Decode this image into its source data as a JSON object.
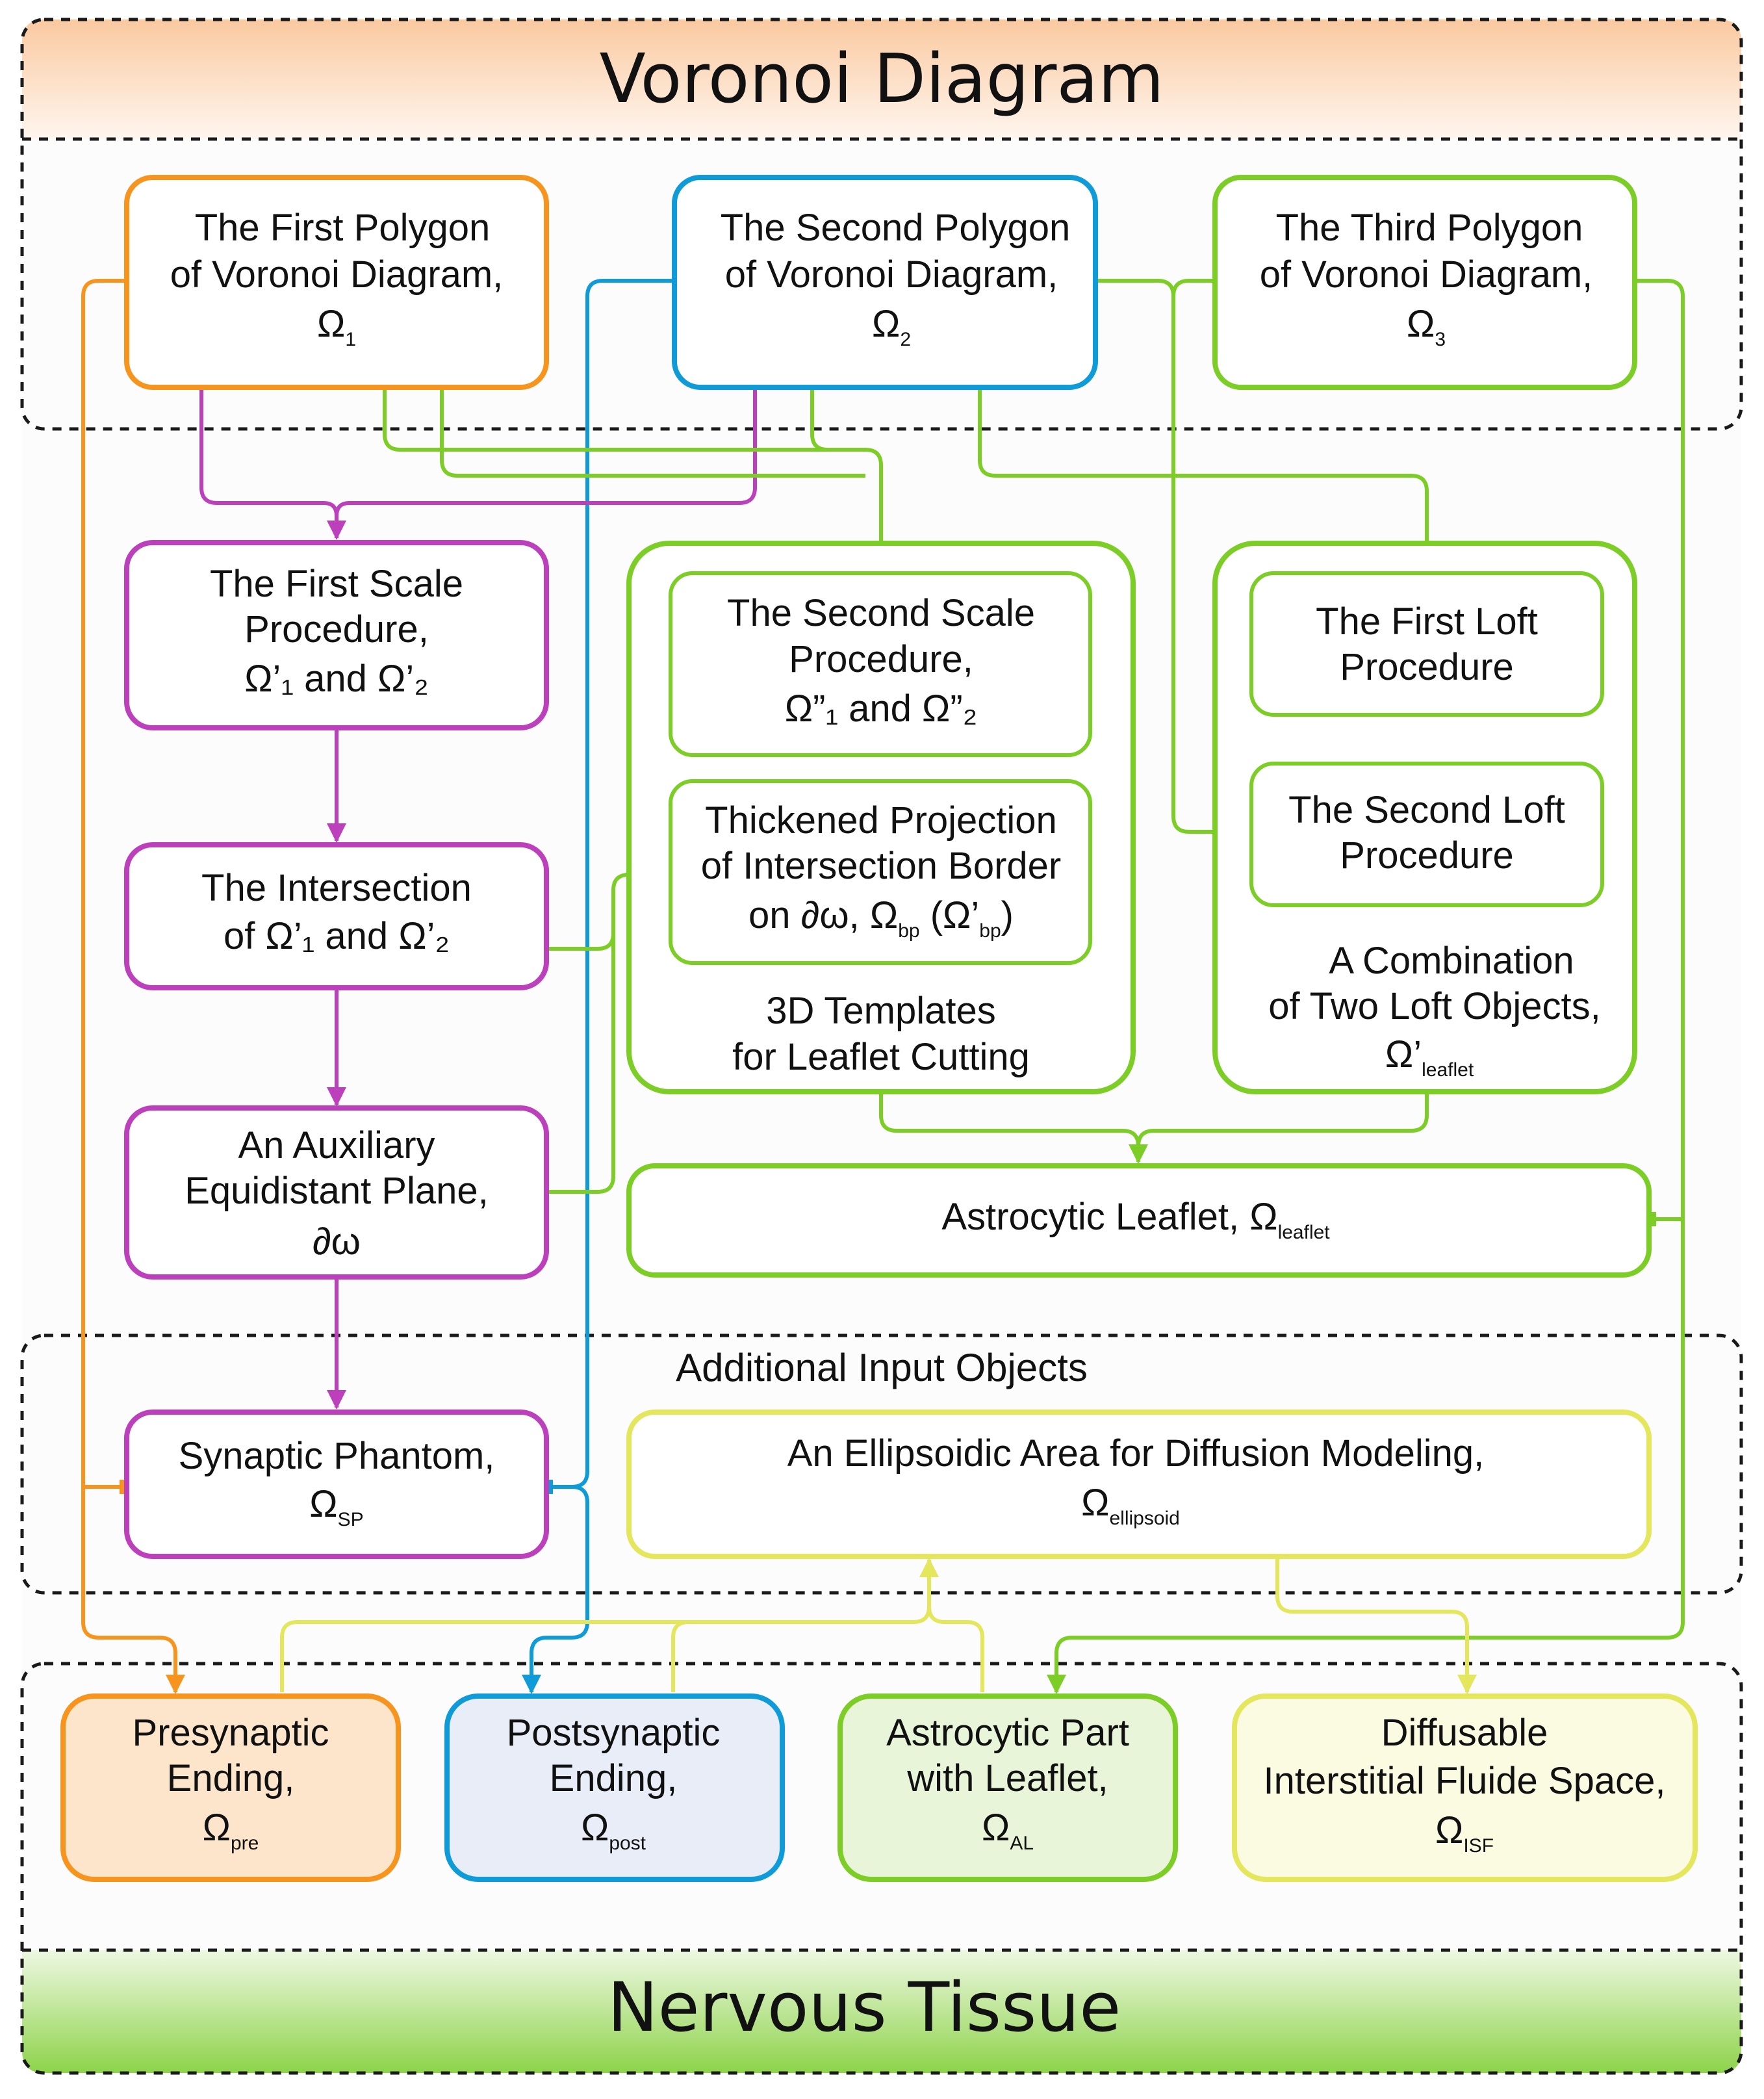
{
  "header": {
    "title": "Voronoi Diagram"
  },
  "footer": {
    "title": "Nervous Tissue"
  },
  "regions": {
    "additional_inputs": "Additional Input Objects"
  },
  "polygons": [
    {
      "line1": "The First Polygon",
      "line2": "of Voronoi Diagram,",
      "sym": "Ω",
      "sub": "1"
    },
    {
      "line1": "The Second Polygon",
      "line2": "of Voronoi Diagram,",
      "sym": "Ω",
      "sub": "2"
    },
    {
      "line1": "The Third Polygon",
      "line2": "of Voronoi Diagram,",
      "sym": "Ω",
      "sub": "3"
    }
  ],
  "procedures": {
    "first_scale": {
      "line1": "The First Scale",
      "line2": "Procedure,",
      "line3": "Ω’₁ and Ω’₂"
    },
    "intersection": {
      "line1": "The Intersection",
      "line2": "of Ω’₁ and Ω’₂"
    },
    "auxiliary": {
      "line1": "An Auxiliary",
      "line2": "Equidistant Plane,",
      "line3": "∂ω"
    },
    "synaptic_phantom": {
      "line1": "Synaptic Phantom,",
      "sym": "Ω",
      "sub": "SP"
    },
    "second_scale": {
      "line1": "The Second Scale",
      "line2": "Procedure,",
      "line3": "Ω”₁ and Ω”₂"
    },
    "thickened": {
      "line1": "Thickened Projection",
      "line2": "of Intersection Border",
      "line3": "on ∂ω, Ω",
      "sub": "bp",
      "line3b": "(Ω’",
      "sub2": "bp",
      "line3c": ")"
    },
    "templates_group": {
      "line1": "3D Templates",
      "line2": "for Leaflet Cutting"
    },
    "first_loft": {
      "line1": "The First Loft",
      "line2": "Procedure"
    },
    "second_loft": {
      "line1": "The Second Loft",
      "line2": "Procedure"
    },
    "loft_group": {
      "line1": "A Combination",
      "line2": "of Two Loft Objects,",
      "sym": "Ω’",
      "sub": "leaflet"
    },
    "leaflet": {
      "text": "Astrocytic Leaflet, Ω",
      "sub": "leaflet"
    },
    "ellipsoid": {
      "line1": "An Ellipsoidic Area for Diffusion Modeling,",
      "sym": "Ω",
      "sub": "ellipsoid"
    }
  },
  "outputs": [
    {
      "line1": "Presynaptic",
      "line2": "Ending,",
      "sym": "Ω",
      "sub": "pre"
    },
    {
      "line1": "Postsynaptic",
      "line2": "Ending,",
      "sym": "Ω",
      "sub": "post"
    },
    {
      "line1": "Astrocytic Part",
      "line2": "with Leaflet,",
      "sym": "Ω",
      "sub": "AL"
    },
    {
      "line1": "Diffusable",
      "line2": "Interstitial Fluide Space,",
      "sym": "Ω",
      "sub": "ISF"
    }
  ],
  "colors": {
    "orange": "#F7941D",
    "blue": "#0F9BD7",
    "green": "#7DCD27",
    "purple": "#BC3FBC",
    "yellow": "#E4E65B",
    "header_bg": "#FAC9A0",
    "footer_bg": "#8DD34A",
    "pre_fill": "#FDE5CC",
    "post_fill": "#E9EDF8",
    "al_fill": "#E9F5D8",
    "isf_fill": "#FAFBE0"
  }
}
